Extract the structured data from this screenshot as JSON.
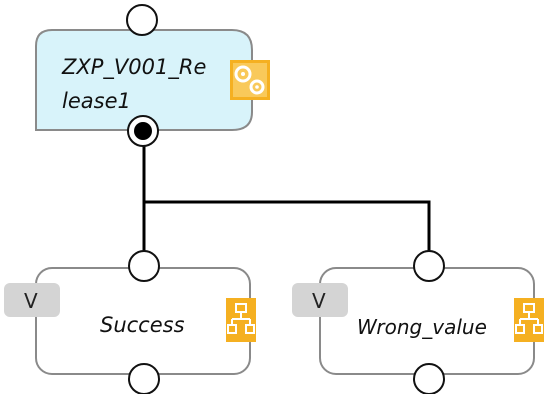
{
  "nodes": {
    "release": {
      "title_line1": "ZXP_V001_Re",
      "title_line2": "lease1",
      "fill": "#d8f3fa",
      "icon": "gears-icon"
    },
    "success": {
      "title": "Success",
      "badge": "V",
      "icon": "hierarchy-icon"
    },
    "wrong_value": {
      "title": "Wrong_value",
      "badge": "V",
      "icon": "hierarchy-icon"
    }
  },
  "colors": {
    "node_border": "#8a8a8a",
    "node_fill": "#ffffff",
    "icon_orange": "#f5b021",
    "icon_orange_light": "#f9c95a",
    "badge_fill": "#d4d4d4",
    "connector": "#000000"
  }
}
